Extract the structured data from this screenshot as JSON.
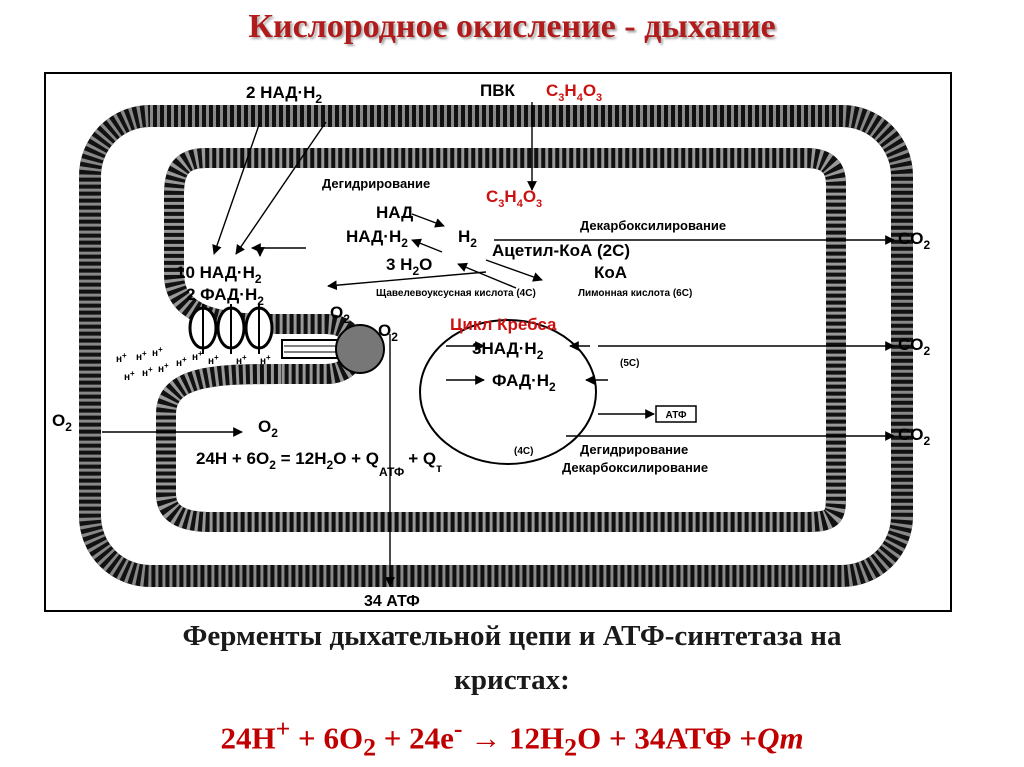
{
  "title": "Кислородное окисление - дыхание",
  "diagram": {
    "nadh2_top": "2 НАД·Н",
    "pvk": "ПВК",
    "c3h4o3_top": "C",
    "dehydration_top": "Дегидрирование",
    "nad": "НАД",
    "nadh2_mid": "НАД·Н",
    "h2": "Н",
    "decarboxylation_top": "Декарбоксилирование",
    "acetyl_coa": "Ацетил-КоА (2С)",
    "water": "3 Н",
    "coa": "КоА",
    "oxaloacetic": "Щавелевоуксусная кислота (4С)",
    "citric": "Лимонная кислота (6С)",
    "nadh2_10": "10 НАД·Н",
    "fadh2_2": "2 ФАД·Н",
    "krebs": "Цикл Кребса",
    "nadh2_3": "3НАД·Н",
    "fadh2": "ФАД·Н",
    "c5": "(5С)",
    "c4": "(4С)",
    "atf_box": "АТФ",
    "dehydration_bottom": "Дегидрирование",
    "decarboxylation_bottom": "Декарбоксилирование",
    "o2_left": "O",
    "o2_inner": "O",
    "o2_membrane": "O",
    "o2_right": "O",
    "co2": "CO",
    "h_plus": "н",
    "equation_prefix": "24Н + 6O",
    "equation_mid": " = 12Н",
    "equation_q": "O + Q",
    "atf_sub": "АТФ",
    "equation_plus": "+ Q",
    "t_sub": "т",
    "atf34": "34 АТФ"
  },
  "caption_line1": "Ферменты дыхательной цепи и АТФ-синтетаза на",
  "caption_line2": "кристах:",
  "equation": {
    "a": "24Н",
    "a_sup": "+",
    "b": " + 6O",
    "b_sub": "2",
    "c": " + 24e",
    "c_sup": "-",
    "arrow": " → ",
    "d": "12Н",
    "d_sub": "2",
    "e": "О + 34АТФ +",
    "q": "Qm"
  },
  "colors": {
    "title": "#b01c1c",
    "formula_red": "#cc1111",
    "equation": "#c00000"
  }
}
